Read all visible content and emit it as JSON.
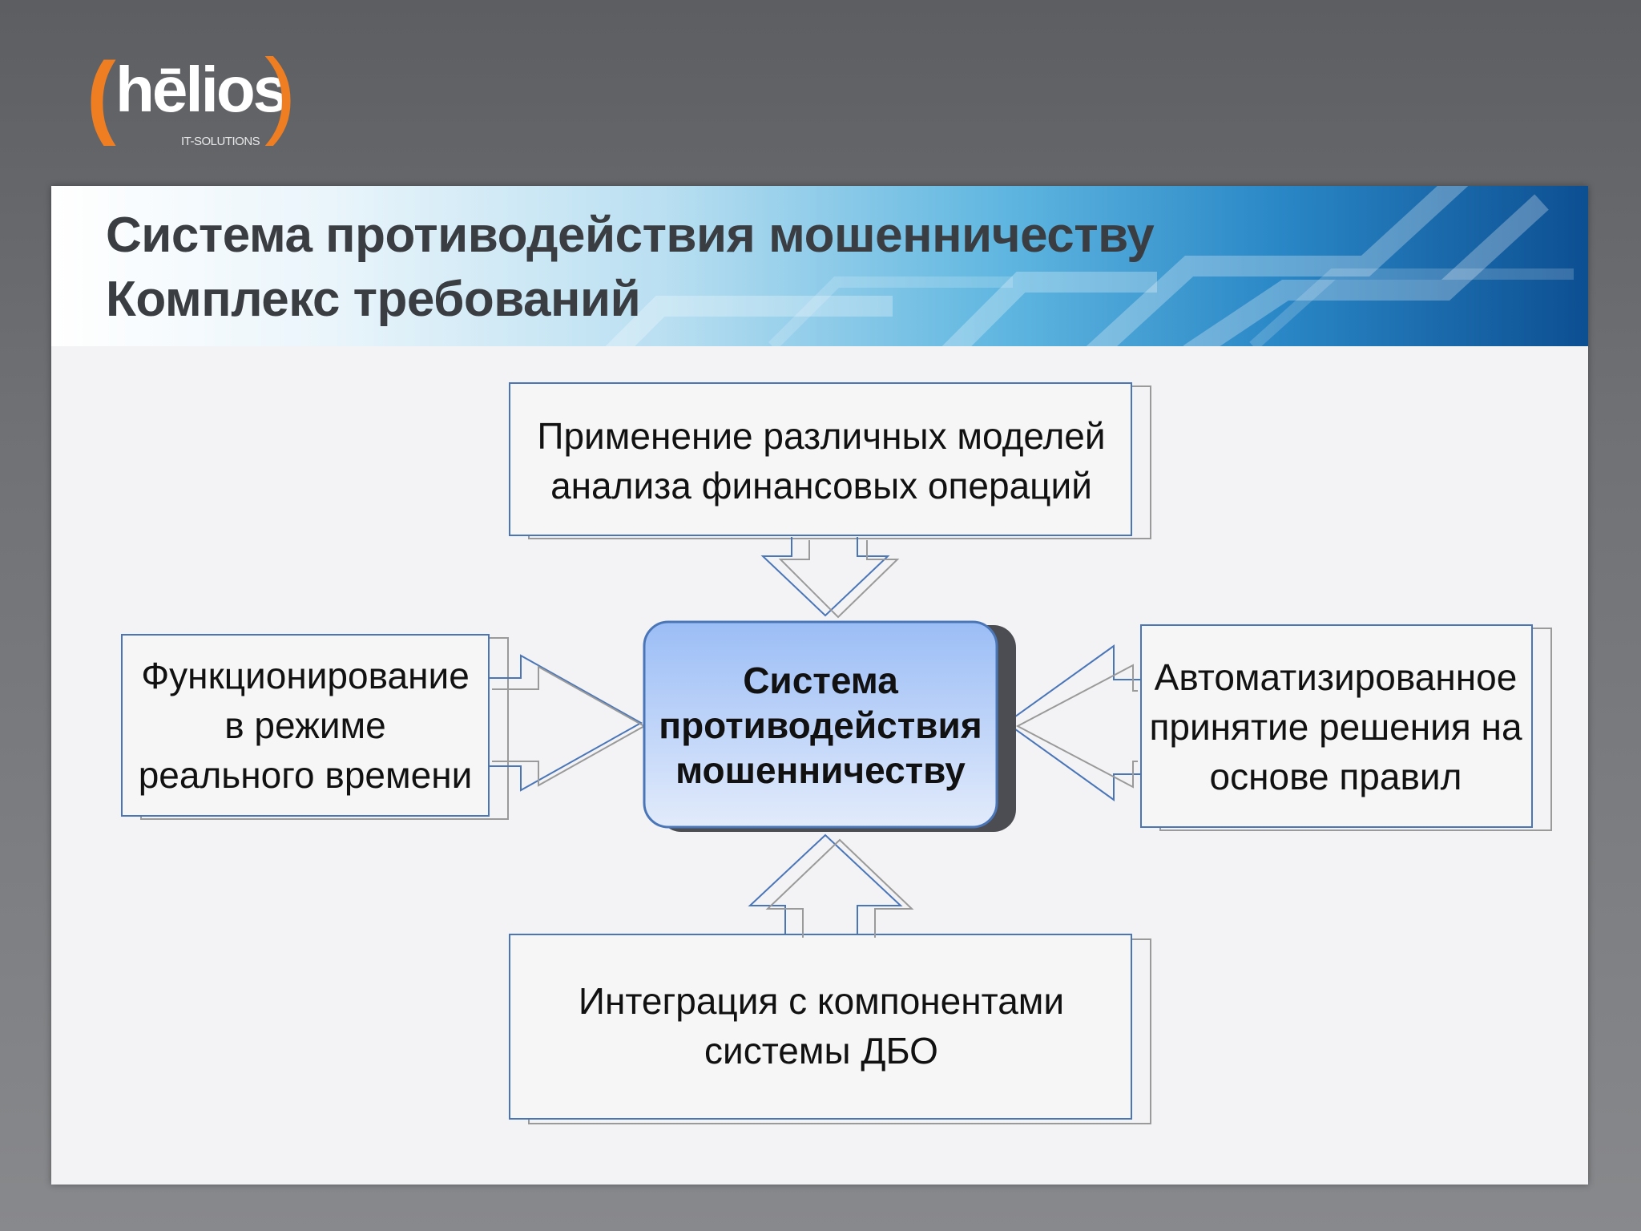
{
  "logo": {
    "brand": "hēlios",
    "tagline": "IT-SOLUTIONS"
  },
  "slide": {
    "title_line1": "Система противодействия мошенничеству",
    "title_line2": "Комплекс требований"
  },
  "diagram": {
    "center": "Система противодействия мошенничеству",
    "top": "Применение различных моделей анализа финансовых операций",
    "left": "Функционирование в режиме реального времени",
    "right": "Автоматизированное принятие решения на основе правил",
    "bottom": "Интеграция с компонентами системы ДБО"
  },
  "colors": {
    "logo_accent": "#ef7d22",
    "box_border_blue": "#4a76b8",
    "box_border_grey": "#9a9a9a",
    "center_fill_top": "#9bbdf6",
    "center_fill_bottom": "#e2ebfb"
  }
}
